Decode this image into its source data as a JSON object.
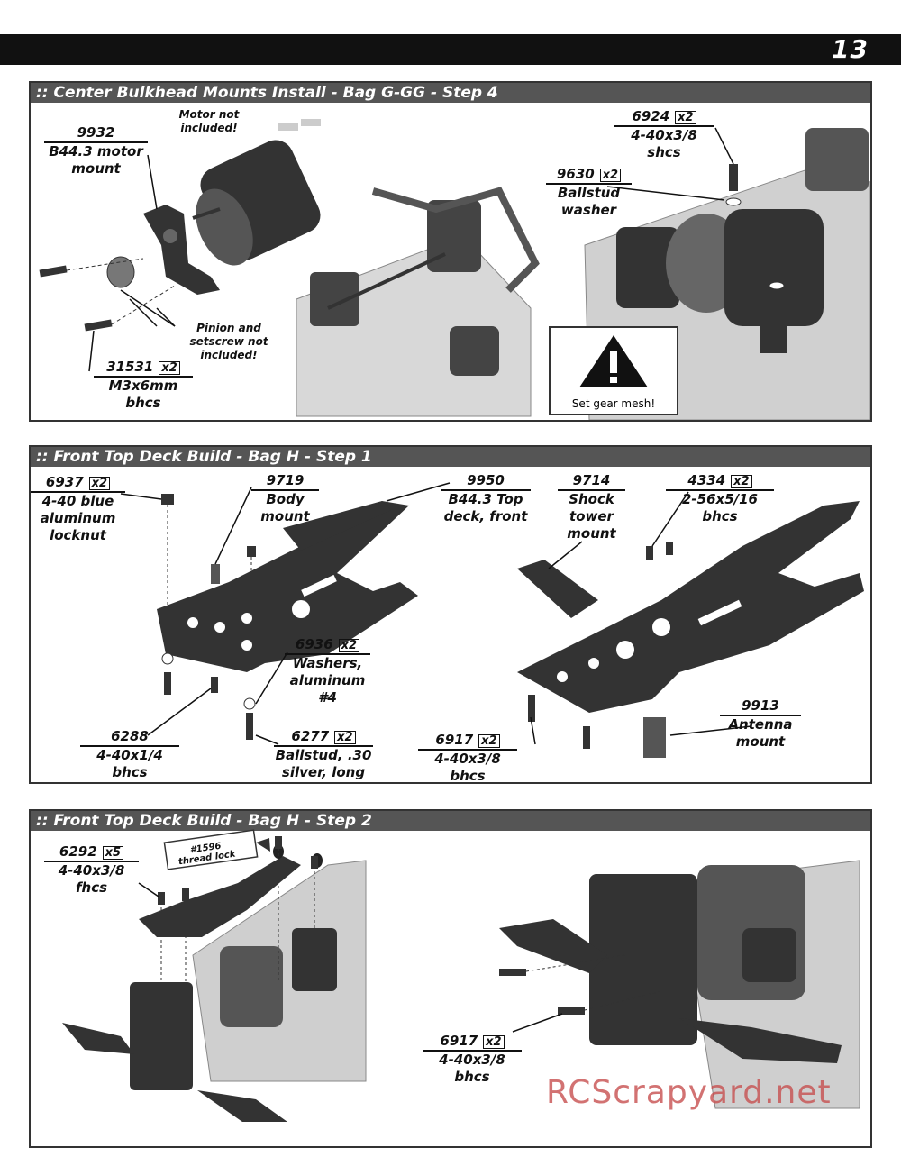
{
  "page": {
    "number": "13"
  },
  "panel1": {
    "title": ":: Center Bulkhead Mounts Install - Bag G-GG - Step 4",
    "note_motor": "Motor not included!",
    "note_pinion": "Pinion and setscrew not included!",
    "warning": "Set gear mesh!",
    "parts": [
      {
        "num": "9932",
        "qty": "",
        "desc": "B44.3 motor mount"
      },
      {
        "num": "31531",
        "qty": "x2",
        "desc": "M3x6mm bhcs"
      },
      {
        "num": "6924",
        "qty": "x2",
        "desc": "4-40x3/8 shcs"
      },
      {
        "num": "9630",
        "qty": "x2",
        "desc": "Ballstud washer"
      }
    ]
  },
  "panel2": {
    "title": ":: Front Top Deck Build - Bag H - Step 1",
    "parts": [
      {
        "num": "6937",
        "qty": "x2",
        "desc": "4-40 blue aluminum locknut"
      },
      {
        "num": "9719",
        "qty": "",
        "desc": "Body mount"
      },
      {
        "num": "9950",
        "qty": "",
        "desc": "B44.3 Top deck, front"
      },
      {
        "num": "9714",
        "qty": "",
        "desc": "Shock tower mount"
      },
      {
        "num": "4334",
        "qty": "x2",
        "desc": "2-56x5/16 bhcs"
      },
      {
        "num": "6936",
        "qty": "x2",
        "desc": "Washers, aluminum #4"
      },
      {
        "num": "6288",
        "qty": "",
        "desc": "4-40x1/4 bhcs"
      },
      {
        "num": "6277",
        "qty": "x2",
        "desc": "Ballstud, .30 silver, long"
      },
      {
        "num": "6917",
        "qty": "x2",
        "desc": "4-40x3/8 bhcs"
      },
      {
        "num": "9913",
        "qty": "",
        "desc": "Antenna mount"
      }
    ]
  },
  "panel3": {
    "title": ":: Front Top Deck Build - Bag H - Step 2",
    "threadlock": "#1596 thread lock",
    "parts": [
      {
        "num": "6292",
        "qty": "x5",
        "desc": "4-40x3/8 fhcs"
      },
      {
        "num": "6917",
        "qty": "x2",
        "desc": "4-40x3/8 bhcs"
      }
    ]
  },
  "watermark": "RCScrapyard.net",
  "colors": {
    "part_dark": "#333333",
    "chassis": "#bdbdbd",
    "title_bar": "#555555",
    "watermark": "#c75050"
  }
}
